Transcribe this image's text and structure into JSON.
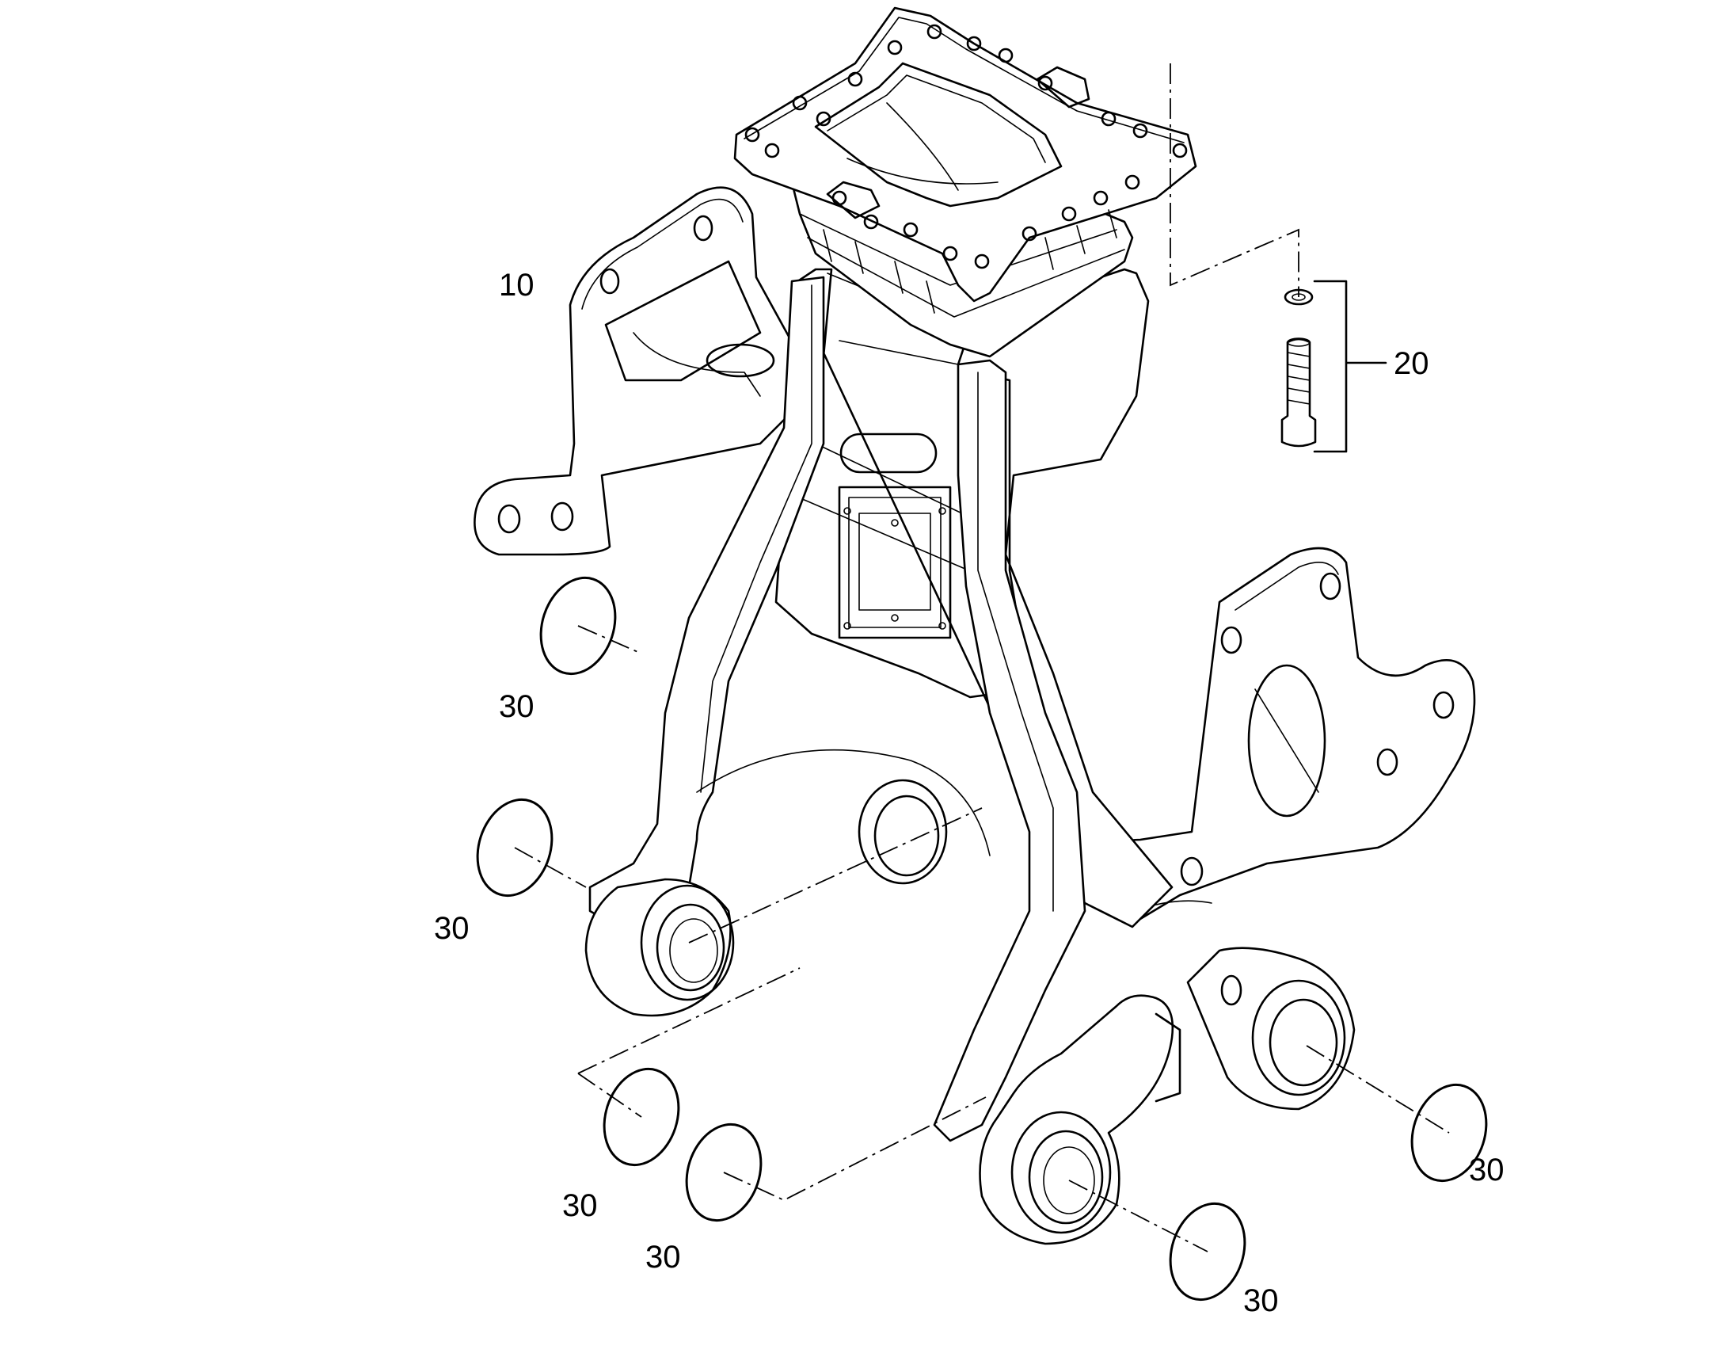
{
  "callouts": {
    "c10": "10",
    "c20": "20",
    "c30_a": "30",
    "c30_b": "30",
    "c30_c": "30",
    "c30_d": "30",
    "c30_e": "30",
    "c30_f": "30"
  },
  "colors": {
    "line": "#000000",
    "background": "#ffffff"
  }
}
